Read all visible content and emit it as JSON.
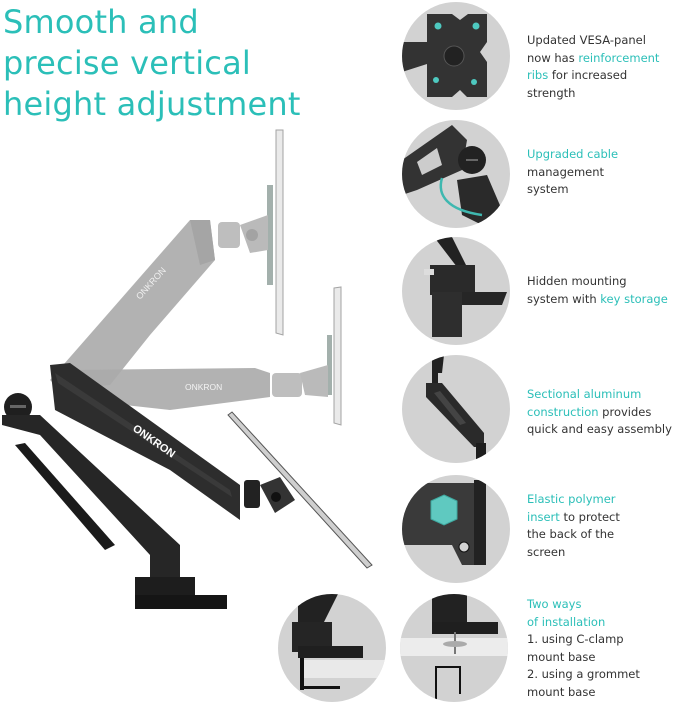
{
  "headline": {
    "lines": [
      "Smooth and",
      "precise vertical",
      "height adjustment"
    ],
    "color": "#2bbfb8"
  },
  "brand": {
    "logo_text": "ONKRON"
  },
  "features": [
    {
      "id": "vesa",
      "parts": [
        {
          "text": "Updated VESA-panel now has ",
          "hl": false
        },
        {
          "text": "reinforcement ribs",
          "hl": true
        },
        {
          "text": " for increased strength",
          "hl": false
        }
      ],
      "line1": "Updated VESA-panel",
      "line2a": "now has ",
      "line2b": "reinforcement",
      "line3a": "ribs",
      "line3b": " for increased strength"
    },
    {
      "id": "cable",
      "line1": "Upgraded cable",
      "line2": "management",
      "line3": "system"
    },
    {
      "id": "mount",
      "line1": "Hidden mounting",
      "line2a": "system with ",
      "line2b": "key storage"
    },
    {
      "id": "aluminum",
      "line1": "Sectional aluminum",
      "line2a": "construction",
      "line2b": " provides",
      "line3": "quick and easy assembly"
    },
    {
      "id": "polymer",
      "line1": "Elastic polymer",
      "line2a": "insert",
      "line2b": " to protect",
      "line3": "the back of the",
      "line4": "screen"
    },
    {
      "id": "install",
      "line1": "Two ways",
      "line2": "of installation",
      "line3": "1. using C-clamp",
      "line4": "mount base",
      "line5": "2. using a grommet",
      "line6": "mount base"
    }
  ],
  "colors": {
    "accent": "#2bbfb8",
    "text": "#333333",
    "circle_bg": "#d2d2d2",
    "arm_dark": "#2a2a2a",
    "arm_light": "#a9a9a9"
  }
}
